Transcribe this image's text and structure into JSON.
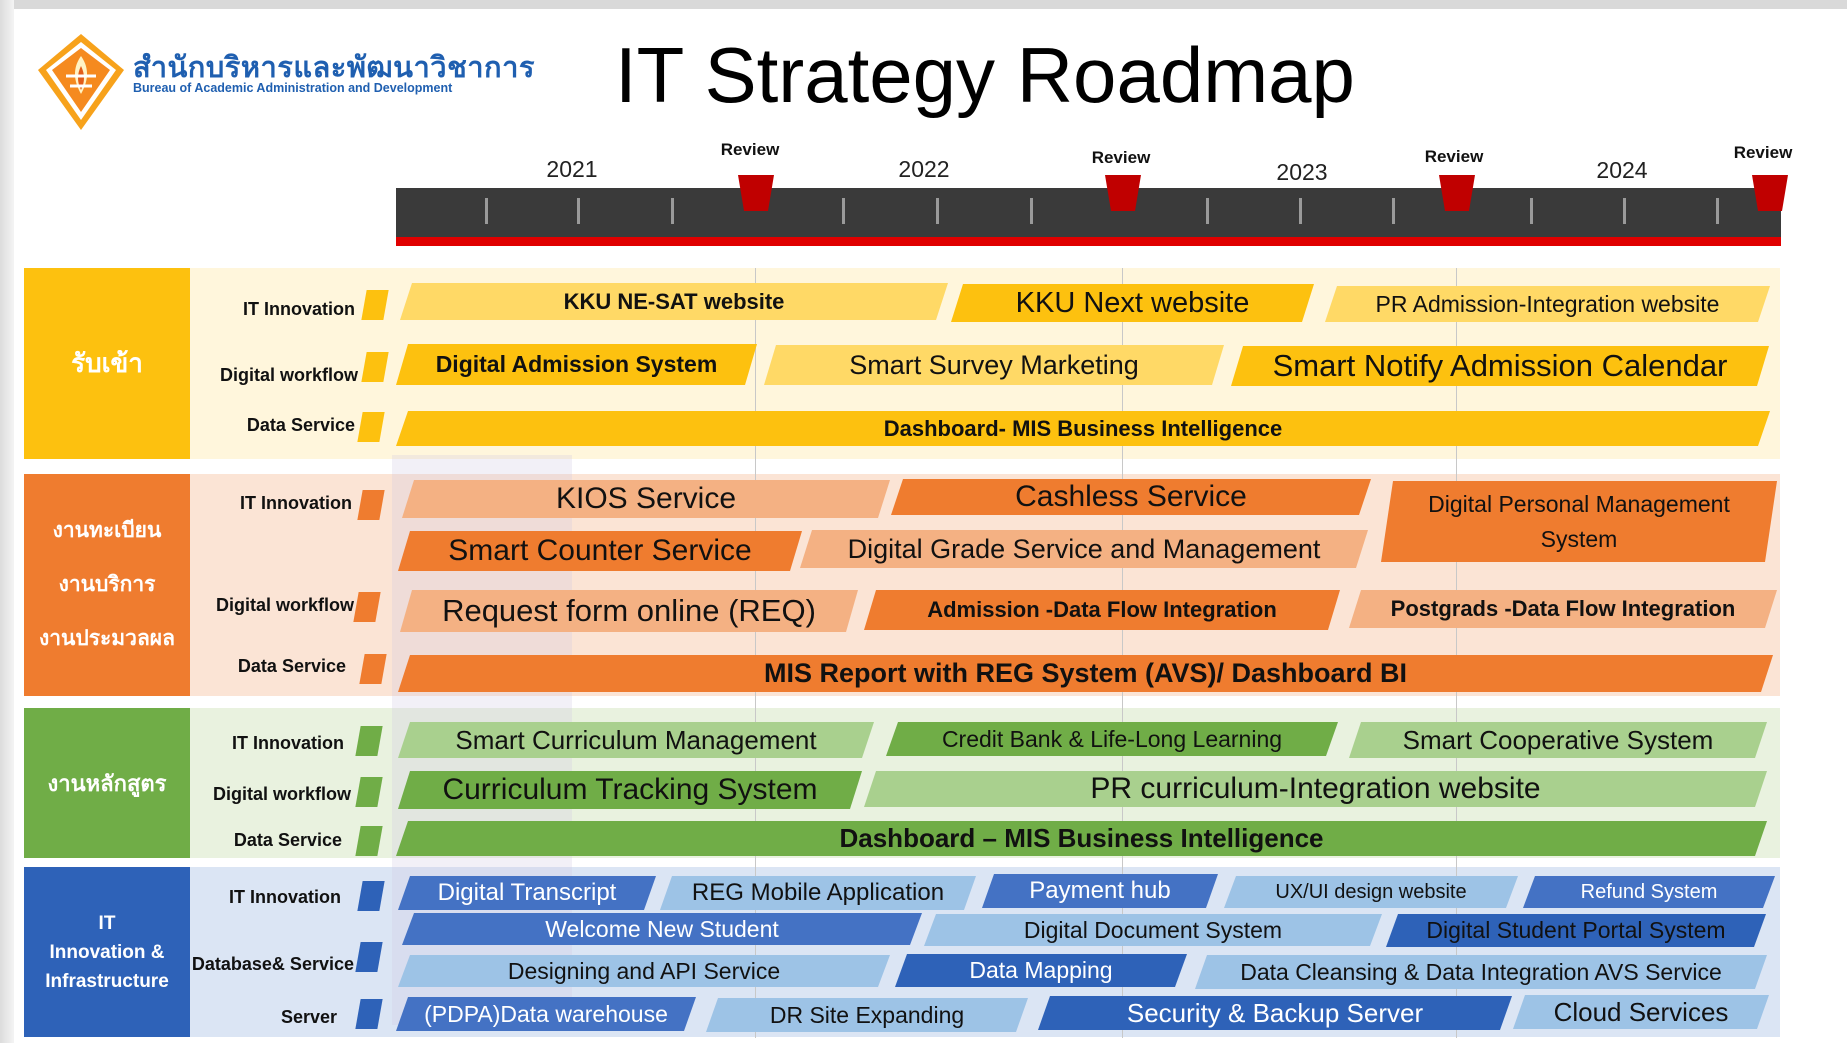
{
  "logo": {
    "name_th": "สำนักบริหารและพัฒนาวิชาการ",
    "name_en": "Bureau of Academic Administration and Development"
  },
  "title": "IT Strategy Roadmap",
  "timeline": {
    "years": [
      "2021",
      "2022",
      "2023",
      "2024"
    ],
    "review_label": "Review"
  },
  "colors": {
    "yellow": "#fdc10f",
    "orange": "#ef7c2f",
    "green": "#70ad47",
    "blue": "#2e62b8",
    "timeline_red": "#e00000"
  },
  "sections": [
    {
      "name": "รับเข้า",
      "rows": [
        {
          "label": "IT Innovation",
          "bars": [
            "KKU NE-SAT website",
            "KKU Next website",
            "PR Admission-Integration website"
          ]
        },
        {
          "label": "Digital workflow",
          "bars": [
            "Digital Admission System",
            "Smart Survey Marketing",
            "Smart Notify Admission Calendar"
          ]
        },
        {
          "label": "Data Service",
          "bars": [
            "Dashboard- MIS Business Intelligence"
          ]
        }
      ]
    },
    {
      "name_lines": [
        "งานทะเบียน",
        "งานบริการ",
        "งานประมวลผล"
      ],
      "rows": [
        {
          "label": "IT Innovation",
          "bars": [
            "KIOS Service",
            "Cashless Service",
            "Digital  Personal Management System",
            "Smart Counter Service",
            "Digital Grade Service and Management"
          ]
        },
        {
          "label": "Digital workflow",
          "bars": [
            "Request form online (REQ)",
            "Admission -Data Flow Integration",
            "Postgrads -Data Flow Integration"
          ]
        },
        {
          "label": "Data Service",
          "bars": [
            "MIS Report with REG System (AVS)/ Dashboard BI"
          ]
        }
      ]
    },
    {
      "name": "งานหลักสูตร",
      "rows": [
        {
          "label": "IT Innovation",
          "bars": [
            "Smart Curriculum Management",
            "Credit Bank & Life-Long Learning",
            "Smart Cooperative System"
          ]
        },
        {
          "label": "Digital workflow",
          "bars": [
            "Curriculum Tracking System",
            "PR curriculum-Integration website"
          ]
        },
        {
          "label": "Data Service",
          "bars": [
            "Dashboard – MIS Business Intelligence"
          ]
        }
      ]
    },
    {
      "name_lines": [
        "IT",
        "Innovation &",
        "Infrastructure"
      ],
      "rows": [
        {
          "label": "IT Innovation",
          "bars": [
            "Digital Transcript",
            "REG Mobile Application",
            "Payment hub",
            "UX/UI design website",
            "Refund System"
          ]
        },
        {
          "label": "Database& Service",
          "bars": [
            "Welcome New Student",
            "Digital Document System",
            "Digital Student Portal System",
            "Designing and API Service",
            "Data Mapping",
            "Data Cleansing & Data Integration AVS Service"
          ]
        },
        {
          "label": "Server",
          "bars": [
            "(PDPA)Data warehouse",
            "DR Site Expanding",
            "Security & Backup Server",
            "Cloud Services"
          ]
        }
      ]
    }
  ]
}
